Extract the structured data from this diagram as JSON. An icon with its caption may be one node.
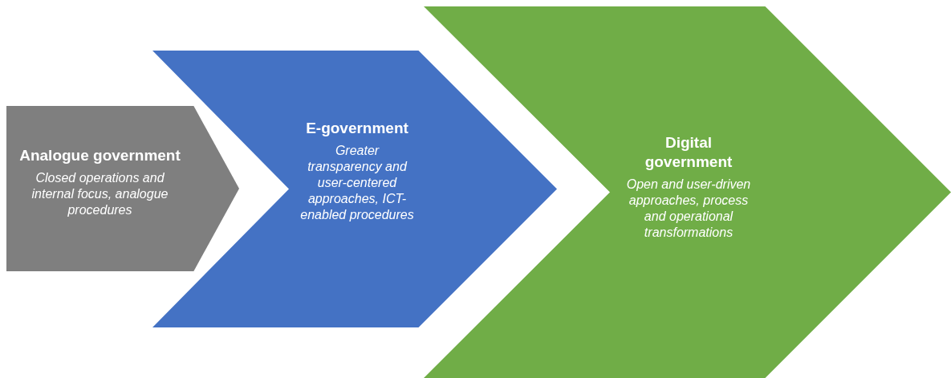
{
  "diagram": {
    "nodes": [
      {
        "text": [
          "Analogue government",
          "Closed operations and internal focus, analogue procedures"
        ]
      },
      {
        "text": [
          "E-government",
          "Greater transparency and user-centered approaches, ICT-enabled procedures"
        ]
      },
      {
        "text": [
          "Digital government",
          "Open and user-driven approaches, process and operational transformations"
        ]
      }
    ]
  }
}
